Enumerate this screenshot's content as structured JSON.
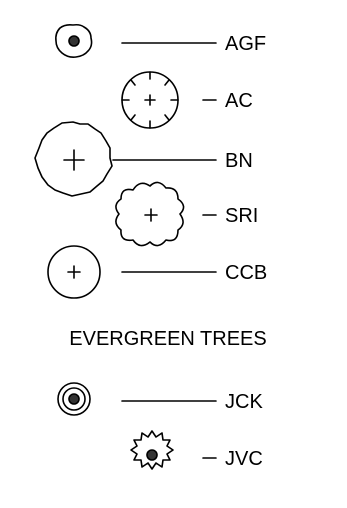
{
  "legend": {
    "items": [
      {
        "code": "AGF",
        "symbol": "solid-dot-circle"
      },
      {
        "code": "AC",
        "symbol": "ticked-circle-plus"
      },
      {
        "code": "BN",
        "symbol": "scalloped-circle-plus"
      },
      {
        "code": "SRI",
        "symbol": "cloud-plus"
      },
      {
        "code": "CCB",
        "symbol": "circle-plus"
      }
    ],
    "section_title": "EVERGREEN TREES",
    "evergreen": [
      {
        "code": "JCK",
        "symbol": "double-ring-dot"
      },
      {
        "code": "JVC",
        "symbol": "spiky-dot"
      }
    ]
  }
}
